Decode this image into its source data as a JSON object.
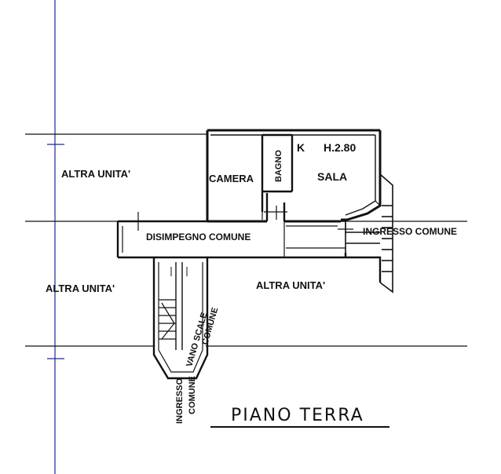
{
  "plan": {
    "title": "PIANO TERRA",
    "height_note": "H.2.80",
    "k_mark": "K",
    "rooms": {
      "altra_unita_top_left": "ALTRA UNITA'",
      "altra_unita_mid_left": "ALTRA UNITA'",
      "altra_unita_center": "ALTRA UNITA'",
      "camera": "CAMERA",
      "bagno": "BAGNO",
      "sala": "SALA",
      "disimpegno": "DISIMPEGNO COMUNE",
      "ingresso_comune_right": "INGRESSO COMUNE",
      "vano_scale_1": "VANO SCALE",
      "vano_scale_2": "COMUNE",
      "ingresso_comune_bottom_1": "INGRESSO",
      "ingresso_comune_bottom_2": "COMUNE"
    },
    "colors": {
      "ink": "#111111",
      "margin_line": "#1a2a9a",
      "background": "#ffffff"
    }
  }
}
